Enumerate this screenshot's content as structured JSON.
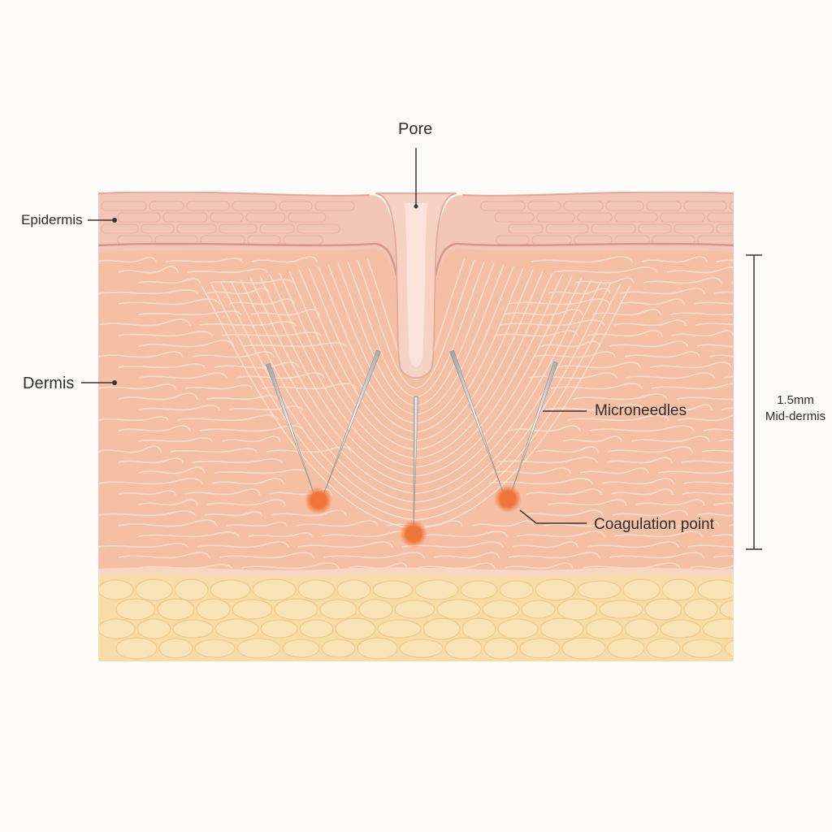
{
  "labels": {
    "pore": "Pore",
    "epidermis": "Epidermis",
    "dermis": "Dermis",
    "microneedles": "Microneedles",
    "coagulation_point": "Coagulation point",
    "depth_value": "1.5mm",
    "depth_name": "Mid-dermis"
  },
  "colors": {
    "epidermis": "#f1c6b8",
    "epidermis_line": "#d9958a",
    "dermis": "#f4bfa2",
    "dermis_fiber": "#fbe1d3",
    "pore": "#f6d2c4",
    "fat": "#f8dca8",
    "fat_line": "#eec98c",
    "needle": "#d8d8d8",
    "coagulation": "#f0753a",
    "leader": "#3a3533"
  }
}
